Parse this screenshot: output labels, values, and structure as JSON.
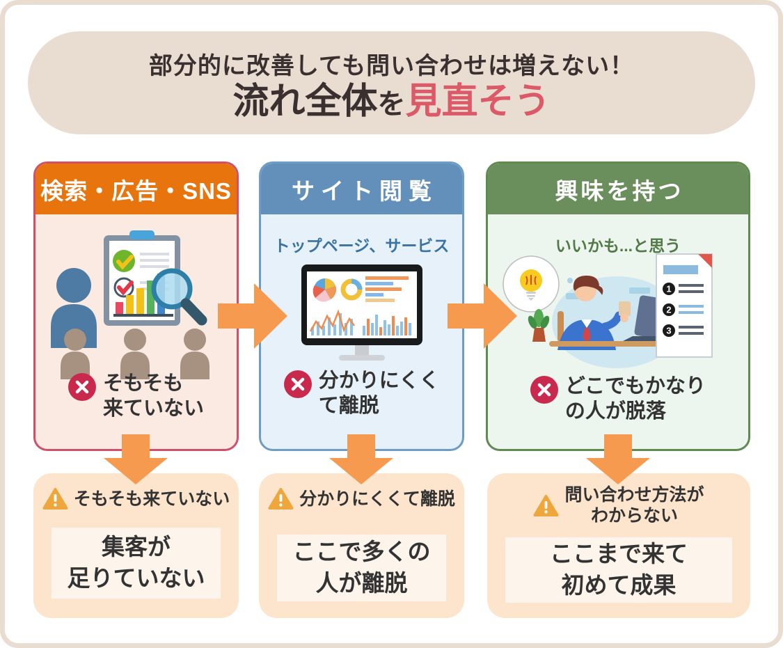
{
  "banner": {
    "line1": "部分的に改善しても問い合わせは増えない！",
    "line2_main": "流れ全体",
    "line2_particle": "を",
    "line2_highlight": "見直そう"
  },
  "steps": [
    {
      "header": "検索・広告・SNS",
      "illustration": "audience-research-illustration",
      "problem_icon": "x-circle-icon",
      "problem_line1": "そもそも",
      "problem_line2": "来ていない"
    },
    {
      "header": "サイト閲覧",
      "sublabel": "トップページ、サービス",
      "illustration": "analytics-monitor-illustration",
      "problem_icon": "x-circle-icon",
      "problem_line1": "分かりにくく",
      "problem_line2": "て離脱"
    },
    {
      "header": "興味を持つ",
      "sublabel": "いいかも...と思う",
      "illustration": "idea-worker-checklist-illustration",
      "problem_icon": "x-circle-icon",
      "problem_line1": "どこでもかなり",
      "problem_line2": "の人が脱落"
    }
  ],
  "results": [
    {
      "icon": "warning-triangle-icon",
      "title_line1": "そもそも来ていない",
      "conclusion_line1": "集客が",
      "conclusion_line2": "足りていない"
    },
    {
      "icon": "warning-triangle-icon",
      "title_line1": "分かりにくくて離脱",
      "conclusion_line1": "ここで多くの",
      "conclusion_line2": "人が離脱"
    },
    {
      "icon": "warning-triangle-icon",
      "title_line1": "問い合わせ方法が",
      "title_line2": "わからない",
      "conclusion_line1": "ここまで来て",
      "conclusion_line2": "初めて成果"
    }
  ],
  "icons": {
    "arrow_right": "arrow-right-icon",
    "arrow_down": "arrow-down-icon",
    "x_circle": "x-circle-icon",
    "warning": "warning-triangle-icon"
  },
  "colors": {
    "frame_border": "#e9ddd2",
    "banner_bg": "#e9ddd2",
    "banner_text": "#39302f",
    "highlight_red": "#dc5a68",
    "step1_header": "#e8740e",
    "step1_border": "#d0506a",
    "step1_bg": "#fbeae2",
    "step2_header": "#6290ba",
    "step2_border": "#6d9cc5",
    "step2_bg": "#e7f1fa",
    "step2_accent": "#3a72a4",
    "step3_header": "#6b8e5d",
    "step3_border": "#5f8a50",
    "step3_bg": "#ecf5ee",
    "step3_accent": "#527a46",
    "arrow_orange": "#f69a50",
    "x_circle_red": "#c9294d",
    "warning_gold": "#eda73c",
    "result_box_bg": "#fce4cd",
    "result_inner_bg": "#fdf4eb",
    "body_text": "#333333"
  }
}
